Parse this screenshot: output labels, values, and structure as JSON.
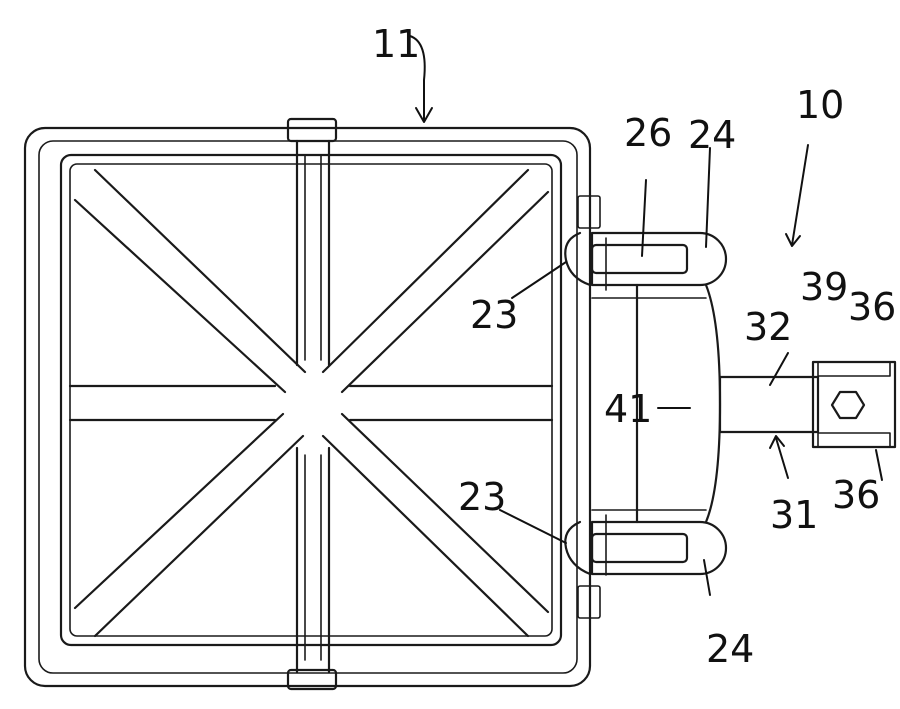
{
  "figure": {
    "labels": {
      "assembly": "10",
      "tray": "11",
      "clip_upper": "23",
      "clip_lower": "23",
      "rod_upper": "24",
      "rod_lower": "24",
      "pin": "26",
      "bracket": "31",
      "arm": "32",
      "plate_upper": "36",
      "plate_lower": "36",
      "bolt": "39",
      "crossbar": "41"
    },
    "colors": {
      "ink": "#1a1a1a",
      "paper": "#ffffff"
    }
  }
}
